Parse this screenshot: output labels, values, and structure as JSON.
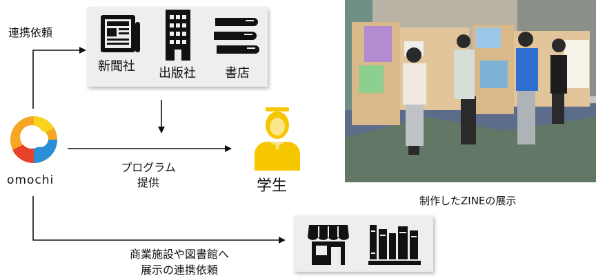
{
  "flow": {
    "request_label": "連携依頼",
    "program_label_line1": "プログラム",
    "program_label_line2": "提供",
    "facility_label_line1": "商業施設や図書館へ",
    "facility_label_line2": "展示の連携依頼"
  },
  "partners": [
    {
      "label": "新聞社",
      "icon": "newspaper-icon"
    },
    {
      "label": "出版社",
      "icon": "building-icon"
    },
    {
      "label": "書店",
      "icon": "books-icon"
    }
  ],
  "brand": {
    "name": "omochi",
    "colors": [
      "#f5a623",
      "#2b8fd6",
      "#e8412c",
      "#f7d31e"
    ]
  },
  "student": {
    "label": "学生",
    "icon": "student-icon",
    "color": "#f6c600"
  },
  "venues": {
    "icons": [
      "shop-icon",
      "library-shelf-icon"
    ]
  },
  "photo": {
    "caption": "制作したZINEの展示"
  }
}
